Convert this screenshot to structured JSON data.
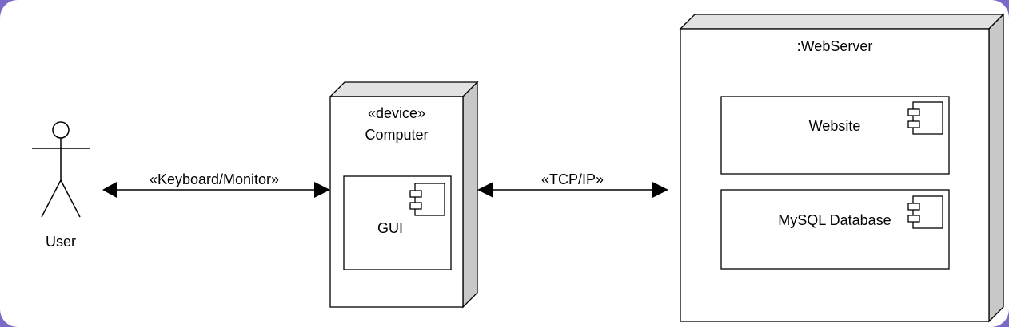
{
  "diagram": {
    "type": "uml-deployment",
    "actor": {
      "label": "User"
    },
    "computer_node": {
      "stereotype": "«device»",
      "name": "Computer",
      "components": [
        {
          "label": "GUI"
        }
      ]
    },
    "web_server_node": {
      "name": ":WebServer",
      "components": [
        {
          "label": "Website"
        },
        {
          "label": "MySQL Database"
        }
      ]
    },
    "connections": [
      {
        "from": "User",
        "to": "Computer",
        "label": "«Keyboard/Monitor»",
        "direction": "bidirectional"
      },
      {
        "from": "Computer",
        "to": ":WebServer",
        "label": "«TCP/IP»",
        "direction": "bidirectional"
      }
    ]
  },
  "colors": {
    "page_background": "#ffffff",
    "frame_purple": "#7b68c8",
    "node_fill": "#ffffff",
    "node_side_fill": "#c8c8c8",
    "node_top_fill": "#e2e2e2",
    "stroke": "#000000"
  }
}
